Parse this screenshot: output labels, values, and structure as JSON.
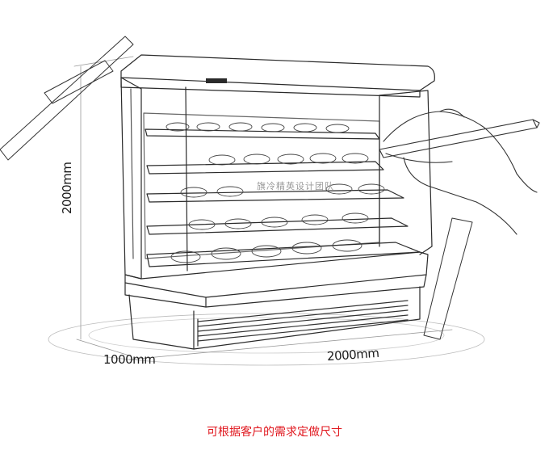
{
  "dimensions": {
    "height": "2000mm",
    "depth": "1000mm",
    "width": "2000mm"
  },
  "caption": "可根据客户的需求定做尺寸",
  "watermark": "旗冷精英设计团队",
  "colors": {
    "caption": "#e0151c",
    "stroke": "#2a2a2a"
  }
}
